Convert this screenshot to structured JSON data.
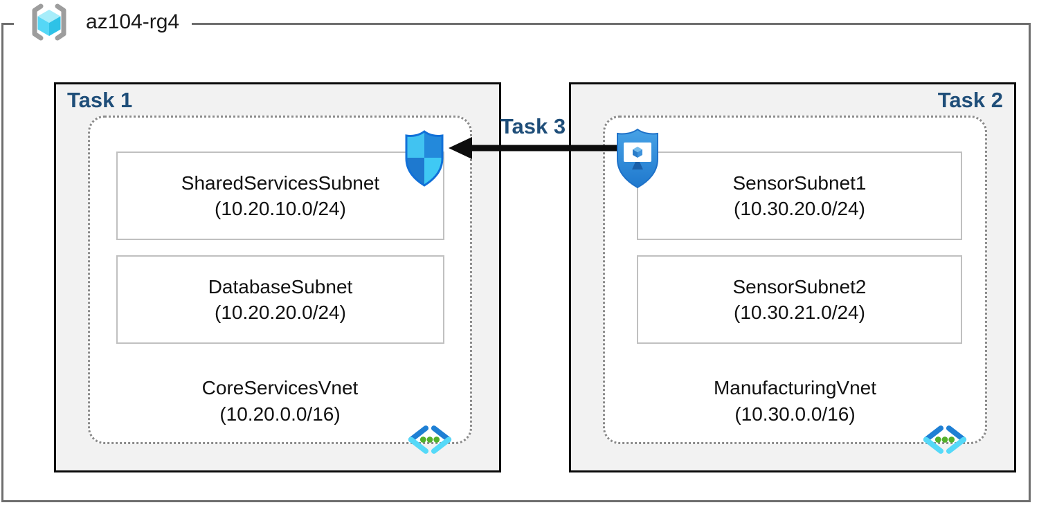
{
  "resource_group": {
    "name": "az104-rg4"
  },
  "tasks": {
    "task1": {
      "label": "Task 1",
      "vnet": {
        "name": "CoreServicesVnet",
        "cidr": "(10.20.0.0/16)"
      },
      "subnets": [
        {
          "name": "SharedServicesSubnet",
          "cidr": "(10.20.10.0/24)"
        },
        {
          "name": "DatabaseSubnet",
          "cidr": "(10.20.20.0/24)"
        }
      ]
    },
    "task2": {
      "label": "Task 2",
      "vnet": {
        "name": "ManufacturingVnet",
        "cidr": "(10.30.0.0/16)"
      },
      "subnets": [
        {
          "name": "SensorSubnet1",
          "cidr": "(10.30.20.0/24)"
        },
        {
          "name": "SensorSubnet2",
          "cidr": "(10.30.21.0/24)"
        }
      ]
    },
    "task3": {
      "label": "Task 3"
    }
  },
  "icons": {
    "resource_group": "resource-group-brackets-cube-icon",
    "nsg": "network-security-group-shield-icon",
    "bastion": "bastion-shield-monitor-icon",
    "vnet": "virtual-network-chevrons-icon",
    "arrow": "left-pointing-arrow"
  },
  "colors": {
    "task_label_blue": "#1f4e79",
    "box_background": "#f2f2f2",
    "frame_gray": "#6e6e6e",
    "dotted_gray": "#8b8b8b",
    "subnet_border": "#c0c0c0",
    "icon_blue_dark": "#1e7fd4",
    "icon_blue_light": "#55d9f8",
    "dot_green": "#53b02c",
    "arrow_black": "#0d0d0d"
  }
}
